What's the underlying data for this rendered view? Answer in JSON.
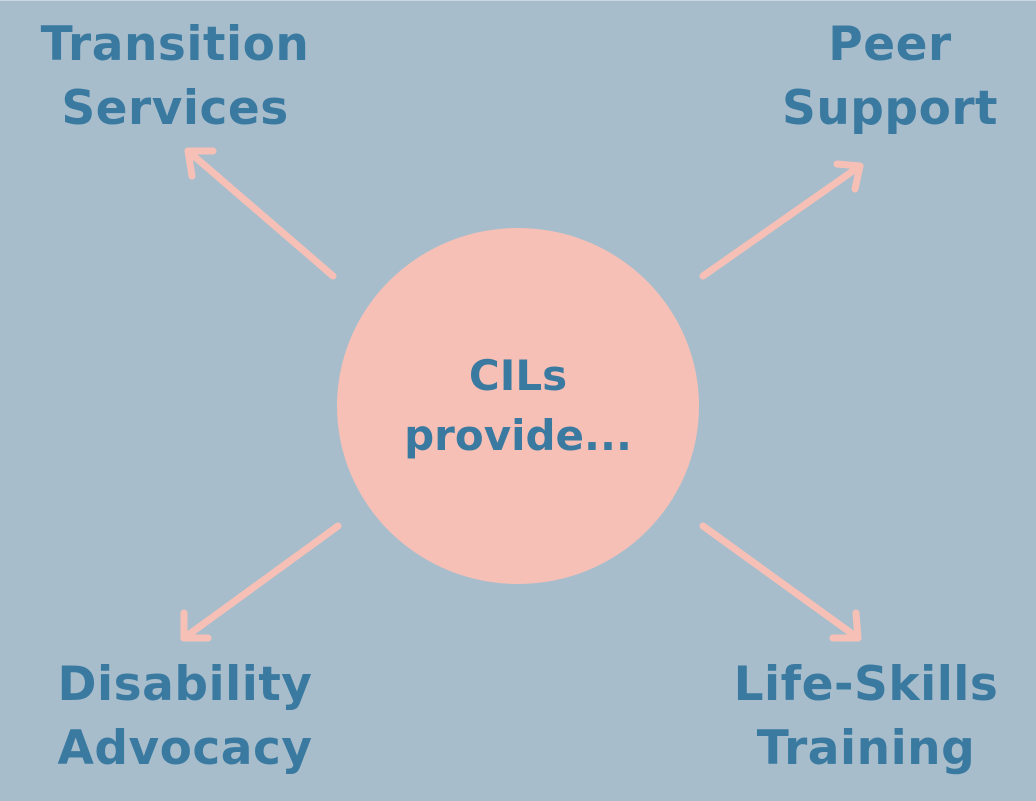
{
  "hub": {
    "line1": "CILs",
    "line2": "provide..."
  },
  "services": {
    "top_left": {
      "line1": "Transition",
      "line2": "Services"
    },
    "top_right": {
      "line1": "Peer",
      "line2": "Support"
    },
    "bottom_left": {
      "line1": "Disability",
      "line2": "Advocacy"
    },
    "bottom_right": {
      "line1": "Life-Skills",
      "line2": "Training"
    }
  },
  "colors": {
    "background": "#a8bdcc",
    "text": "#3a7aa0",
    "hub_fill": "#f7c0b6",
    "arrow": "#f7c0b6"
  }
}
